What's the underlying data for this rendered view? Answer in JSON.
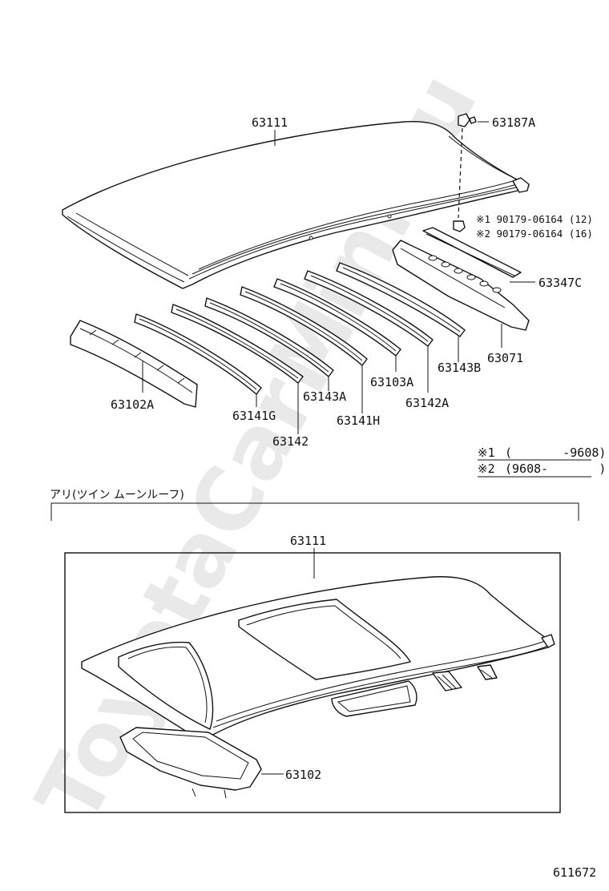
{
  "watermark": "ToyotaCarMini.ru",
  "diagram": {
    "labels": {
      "roof_panel": "63111",
      "clip": "63187A",
      "bolt_1": "※1 90179-06164 (12)",
      "bolt_2": "※2 90179-06164 (16)",
      "reinforcement_rear": "63347C",
      "rear_header": "63071",
      "bow_143b": "63143B",
      "bow_103a": "63103A",
      "bow_142a": "63142A",
      "front_header": "63102A",
      "bow_141g": "63141G",
      "bow_143a": "63143A",
      "bow_141h": "63141H",
      "bow_142": "63142"
    },
    "legend": {
      "mark_1": "※1",
      "range_1": "(       -9608)",
      "mark_2": "※2",
      "range_2": "(9608-       )"
    },
    "variant": {
      "title": "アリ(ツイン ムーンルーフ)",
      "roof_panel": "63111",
      "sunroof_frame": "63102"
    },
    "illustration_number": "611672"
  }
}
